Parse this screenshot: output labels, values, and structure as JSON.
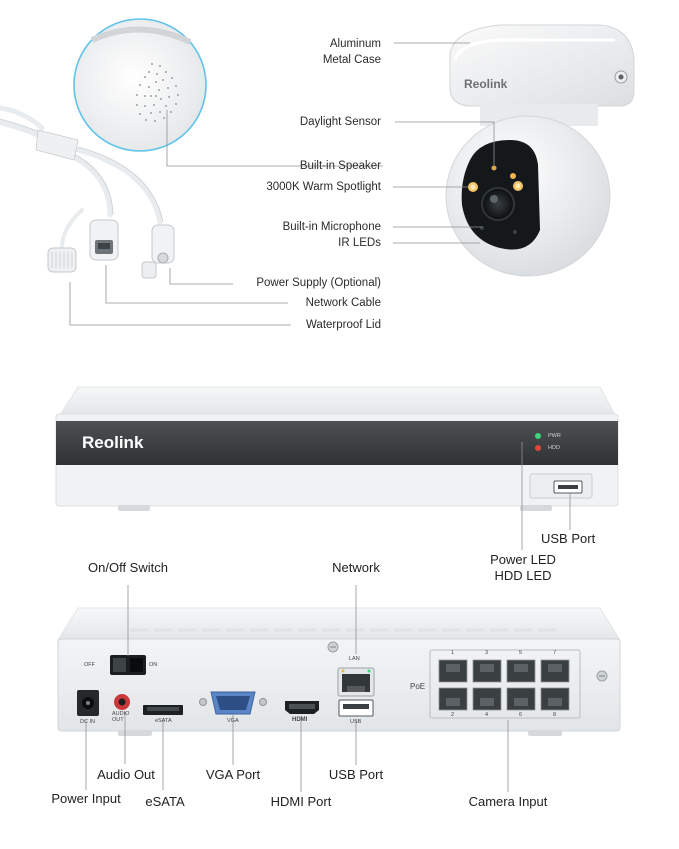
{
  "brand": "Reolink",
  "camera_labels": {
    "aluminum_case": "Aluminum\nMetal Case",
    "daylight_sensor": "Daylight Sensor",
    "speaker": "Built-in Speaker",
    "spotlight": "3000K Warm Spotlight",
    "microphone": "Built-in Microphone",
    "ir_leds": "IR LEDs",
    "power_supply": "Power Supply (Optional)",
    "network_cable": "Network Cable",
    "waterproof_lid": "Waterproof Lid"
  },
  "nvr_front_labels": {
    "usb_port": "USB Port",
    "leds": "Power LED\nHDD LED",
    "pwr_mark": "PWR",
    "hdd_mark": "HDD"
  },
  "nvr_back_labels": {
    "on_off": "On/Off Switch",
    "network": "Network",
    "audio_out": "Audio Out",
    "vga_port": "VGA Port",
    "usb_port": "USB Port",
    "power_input": "Power Input",
    "esata": "eSATA",
    "hdmi_port": "HDMI Port",
    "camera_input": "Camera Input"
  },
  "panel_marks": {
    "off": "OFF",
    "on": "ON",
    "lan": "LAN",
    "poe": "PoE",
    "dc_in": "DC IN",
    "audio_out": "AUDIO\nOUT",
    "esata": "eSATA",
    "vga": "VGA",
    "hdmi": "HDMI",
    "usb": "USB",
    "poe_top": [
      "1",
      "3",
      "5",
      "7"
    ],
    "poe_bottom": [
      "2",
      "4",
      "6",
      "8"
    ]
  }
}
